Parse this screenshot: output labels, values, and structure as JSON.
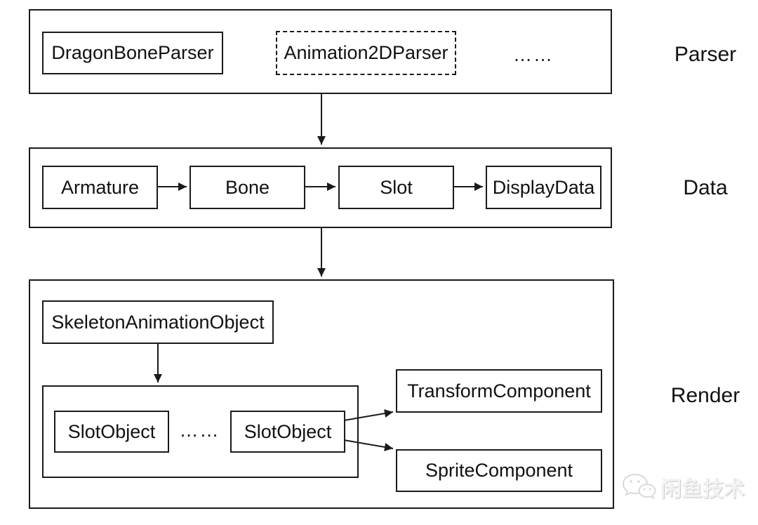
{
  "diagram": {
    "parser_layer": {
      "label": "Parser",
      "dragon_bone_parser": "DragonBoneParser",
      "animation_2d_parser": "Animation2DParser",
      "ellipsis": "……"
    },
    "data_layer": {
      "label": "Data",
      "chain": [
        "Armature",
        "Bone",
        "Slot",
        "DisplayData"
      ]
    },
    "render_layer": {
      "label": "Render",
      "skeleton_animation_object": "SkeletonAnimationObject",
      "slot_object_1": "SlotObject",
      "slot_objects_ellipsis": "……",
      "slot_object_2": "SlotObject",
      "transform_component": "TransformComponent",
      "sprite_component": "SpriteComponent"
    },
    "colors": {
      "line": "#1a1a1a",
      "background": "#ffffff",
      "watermark_text": "#f2f2f2"
    },
    "watermark": {
      "icon": "wechat-bubbles-icon",
      "text": "闲鱼技术"
    }
  }
}
